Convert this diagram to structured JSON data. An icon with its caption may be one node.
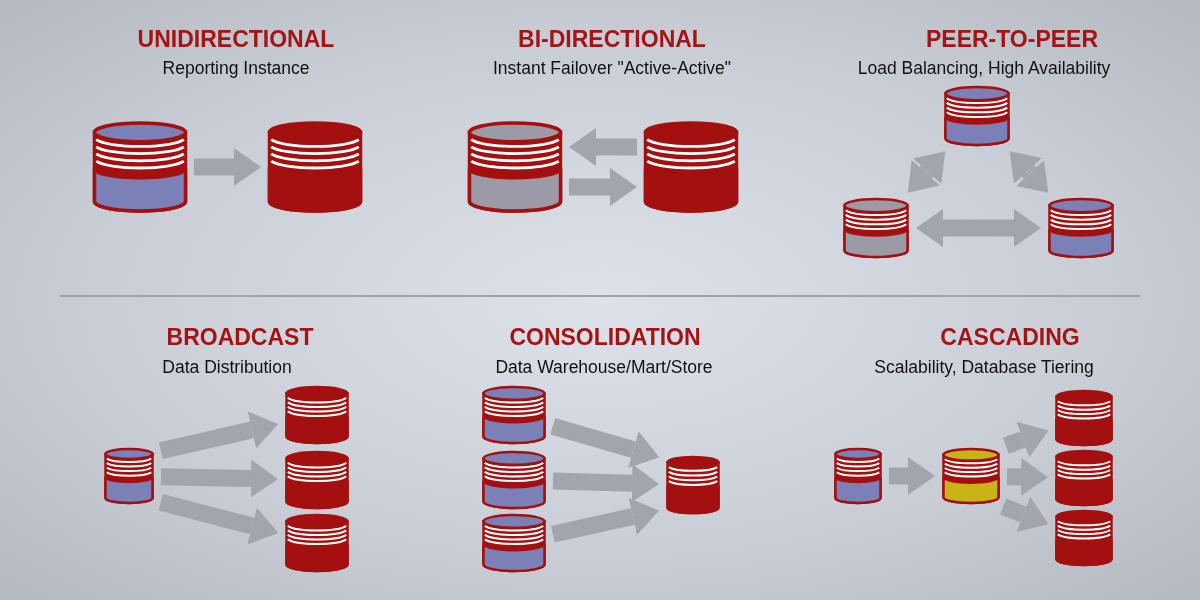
{
  "diagram": {
    "nodes": [
      {
        "text": [],
        "shape": "cylinder"
      },
      {
        "text": [],
        "shape": "cylinder"
      },
      {
        "text": [],
        "shape": "cylinder"
      },
      {
        "text": [],
        "shape": "cylinder"
      },
      {
        "text": [],
        "shape": "cylinder"
      },
      {
        "text": [],
        "shape": "cylinder"
      },
      {
        "text": [],
        "shape": "cylinder"
      },
      {
        "text": [],
        "shape": "cylinder"
      },
      {
        "text": [],
        "shape": "cylinder"
      },
      {
        "text": [],
        "shape": "cylinder"
      },
      {
        "text": [],
        "shape": "cylinder"
      },
      {
        "text": [],
        "shape": "cylinder"
      },
      {
        "text": [],
        "shape": "cylinder"
      },
      {
        "text": [],
        "shape": "cylinder"
      },
      {
        "text": [],
        "shape": "cylinder"
      },
      {
        "text": [],
        "shape": "cylinder"
      },
      {
        "text": [],
        "shape": "cylinder"
      },
      {
        "text": [],
        "shape": "cylinder"
      },
      {
        "text": [],
        "shape": "cylinder"
      },
      {
        "text": [],
        "shape": "cylinder"
      }
    ],
    "edges": [
      {
        "from": 0,
        "to": 1,
        "arrow": "to"
      },
      {
        "from": 3,
        "to": 2,
        "arrow": "to"
      },
      {
        "from": 2,
        "to": 3,
        "arrow": "to"
      },
      {
        "from": 4,
        "to": 5,
        "arrow": "both"
      },
      {
        "from": 4,
        "to": 6,
        "arrow": "both"
      },
      {
        "from": 5,
        "to": 6,
        "arrow": "both"
      },
      {
        "from": 7,
        "to": 8,
        "arrow": "to"
      },
      {
        "from": 7,
        "to": 9,
        "arrow": "to"
      },
      {
        "from": 7,
        "to": 10,
        "arrow": "to"
      },
      {
        "from": 11,
        "to": 14,
        "arrow": "to"
      },
      {
        "from": 12,
        "to": 14,
        "arrow": "to"
      },
      {
        "from": 13,
        "to": 14,
        "arrow": "to"
      },
      {
        "from": 15,
        "to": 16,
        "arrow": "to"
      },
      {
        "from": 16,
        "to": 17,
        "arrow": "to"
      },
      {
        "from": 16,
        "to": 18,
        "arrow": "to"
      },
      {
        "from": 16,
        "to": 19,
        "arrow": "to"
      }
    ],
    "labels": [
      "UNIDIRECTIONAL",
      "Reporting Instance",
      "BI-DIRECTIONAL",
      "Instant Failover \"Active-Active\"",
      "PEER-TO-PEER",
      "Load Balancing, High Availability",
      "BROADCAST",
      "Data Distribution",
      "CONSOLIDATION",
      "Data Warehouse/Mart/Store",
      "CASCADING",
      "Scalability, Database Tiering"
    ]
  }
}
